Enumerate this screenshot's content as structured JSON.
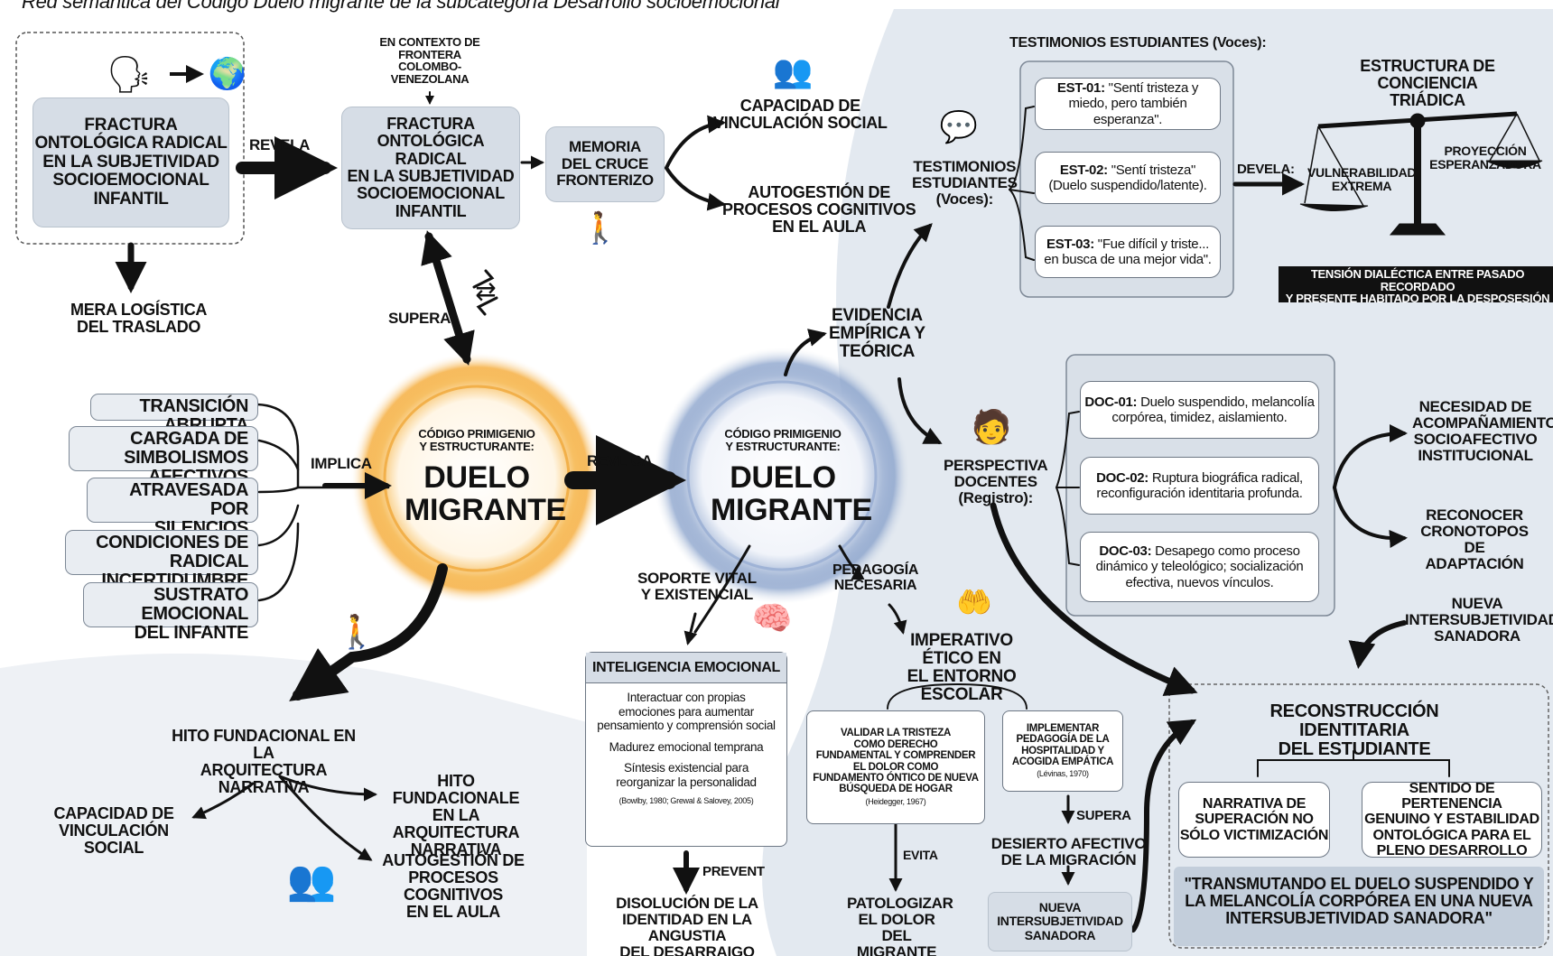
{
  "caption": "Red semántica del Código Duelo migrante de la subcategoría Desarrollo socioemocional",
  "top_left_box": "FRACTURA\nONTOLÓGICA RADICAL\nEN LA SUBJETIVIDAD\nSOCIOEMOCIONAL\nINFANTIL",
  "revela": "REVELA",
  "context_note": "EN CONTEXTO DE\nFRONTERA COLOMBO-\nVENEZOLANA",
  "center_top_box": "FRACTURA\nONTOLÓGICA RADICAL\nEN LA SUBJETIVIDAD\nSOCIOEMOCIONAL\nINFANTIL",
  "memoria": "MEMORIA\nDEL CRUCE\nFRONTERIZO",
  "capacidad_top": "CAPACIDAD DE\nVINCULACIÓN SOCIAL",
  "autogestion_top": "AUTOGESTIÓN DE\nPROCESOS COGNITIVOS\nEN EL AULA",
  "mera": "MERA LOGÍSTICA\nDEL TRASLADO",
  "supera": "SUPERA",
  "pills": [
    "TRANSICIÓN ABRUPTA",
    "CARGADA DE\nSIMBOLISMOS AFECTIVOS",
    "ATRAVESADA POR\nSILENCIOS IMPUESTOS",
    "CONDICIONES DE RADICAL\nINCERTIDUMBRE",
    "SUSTRATO EMOCIONAL\nDEL INFANTE"
  ],
  "implica": "IMPLICA",
  "duelo_left_sub": "CÓDIGO PRIMIGENIO\nY ESTRUCTURANTE:",
  "duelo_left_main": "DUELO\nMIGRANTE",
  "revlica": "REVLICA",
  "duelo_right_sub": "CÓDIGO PRIMIGENIO\nY ESTRUCTURANTE:",
  "duelo_right_main": "DUELO\nMIGRANTE",
  "evidencia": "EVIDENCIA\nEMPÍRICA Y\nTEÓRICA",
  "testimonios_title": "TESTIMONIOS ESTUDIANTES (Voces):",
  "testimonios_label": "TESTIMONIOS\nESTUDIANTES\n(Voces):",
  "est": [
    {
      "code": "EST-01:",
      "text": "\"Sentí tristeza y\nmiedo, pero también esperanza\"."
    },
    {
      "code": "EST-02:",
      "text": "\"Sentí tristeza\"\n(Duelo suspendido/latente)."
    },
    {
      "code": "EST-03:",
      "text": "\"Fue difícil y triste...\nen busca de una mejor vida\"."
    }
  ],
  "devela": "DEVELA:",
  "estructura": "ESTRUCTURA DE\nCONCIENCIA TRIÁDICA",
  "vulnerabilidad": "VULNERABILIDAD\nEXTREMA",
  "proyeccion": "PROYECCIÓN\nESPERANZADORA",
  "tension": "TENSIÓN DIALÉCTICA ENTRE PASADO RECORDADO\nY PRESENTE HABITADO POR LA DESPOSESIÓN",
  "perspectiva": "PERSPECTIVA\nDOCENTES\n(Registro):",
  "doc": [
    {
      "code": "DOC-01:",
      "text": "Duelo suspendido, melancolía\ncorpórea, timidez, aislamiento."
    },
    {
      "code": "DOC-02:",
      "text": "Ruptura biográfica radical,\nreconfiguración identitaria profunda."
    },
    {
      "code": "DOC-03:",
      "text": "Desapego como proceso\ndinámico y teleológico; socialización\nefectiva, nuevos vínculos."
    }
  ],
  "necesidad": "NECESIDAD DE\nACOMPAÑAMIENTO\nSOCIOAFECTIVO\nINSTITUCIONAL",
  "reconocer": "RECONOCER\nCRONOTOPOS\nDE ADAPTACIÓN",
  "nueva_right": "NUEVA\nINTERSUBJETIVIDAD\nSANADORA",
  "reconstruccion": "RECONSTRUCCIÓN IDENTITARIA\nDEL ESTUDIANTE",
  "narrativa": "NARRATIVA DE\nSUPERACIÓN NO\nSÓLO VICTIMIZACIÓN",
  "sentido": "SENTIDO DE PERTENENCIA\nGENUINO Y ESTABILIDAD\nONTOLÓGICA PARA EL\nPLENO DESARROLLO",
  "quote": "\"TRANSMUTANDO EL DUELO SUSPENDIDO Y\nLA MELANCOLÍA CORPÓREA EN UNA NUEVA\nINTERSUBJETIVIDAD SANADORA\"",
  "soporte": "SOPORTE VITAL\nY EXISTENCIAL",
  "pedagogia": "PEDAGOGÍA\nNECESARIA",
  "ie_title": "INTELIGENCIA EMOCIONAL",
  "ie_items": [
    "Interactuar con propias\nemociones para aumentar\npensamiento y comprensión social",
    "Madurez emocional temprana",
    "Síntesis existencial para\nreorganizar la personalidad"
  ],
  "ie_cite": "(Bowlby, 1980; Grewal & Salovey, 2005)",
  "prevent": "PREVENT",
  "disolucion": "DISOLUCIÓN DE LA\nIDENTIDAD EN LA ANGUSTIA\nDEL DESARRAIGO",
  "imperativo": "IMPERATIVO ÉTICO EN\nEL ENTORNO ESCOLAR",
  "validar": "VALIDAR LA TRISTEZA\nCOMO DERECHO\nFUNDAMENTAL Y COMPRENDER\nEL DOLOR COMO\nFUNDAMENTO ÓNTICO DE NUEVA\nBÚSQUEDA DE HOGAR",
  "validar_cite": "(Heidegger, 1967)",
  "implementar": "IMPLEMENTAR\nPEDAGOGÍA DE LA\nHOSPITALIDAD Y\nACOGIDA EMPÁTICA",
  "implementar_cite": "(Lévinas, 1970)",
  "evita": "EVITA",
  "supera2": "SUPERA",
  "patologizar": "PATOLOGIZAR\nEL DOLOR DEL\nMIGRANTE",
  "desierto": "DESIERTO AFECTIVO\nDE LA MIGRACIÓN",
  "nueva_bottom": "NUEVA\nINTERSUBJETIVIDAD\nSANADORA",
  "hito": "HITO FUNDACIONAL EN LA\nARQUITECTURA NARRATIVA",
  "capacidad_bottom": "CAPACIDAD DE\nVINCULACIÓN SOCIAL",
  "hito2": "HITO FUNDACIONALE\nEN LA ARQUITECTURA\nNARRATIVA",
  "autogestion_bottom": "AUTOGESTIÓN DE\nPROCESOS COGNITIVOS\nEN EL AULA",
  "icons": [
    "speaking-heads-icon",
    "globe-icon",
    "people-group-icon",
    "migrant-family-icon",
    "exchange-arrows-icon",
    "speech-pen-icon",
    "balance-scale-icon",
    "teacher-board-icon",
    "brain-head-icon",
    "caring-hands-icon",
    "walking-child-icon",
    "classroom-table-icon"
  ],
  "colors": {
    "accent_orange": "#f4a52a",
    "accent_blue": "#7e99c6",
    "box_grey": "#d6dde6",
    "dark": "#111111"
  }
}
